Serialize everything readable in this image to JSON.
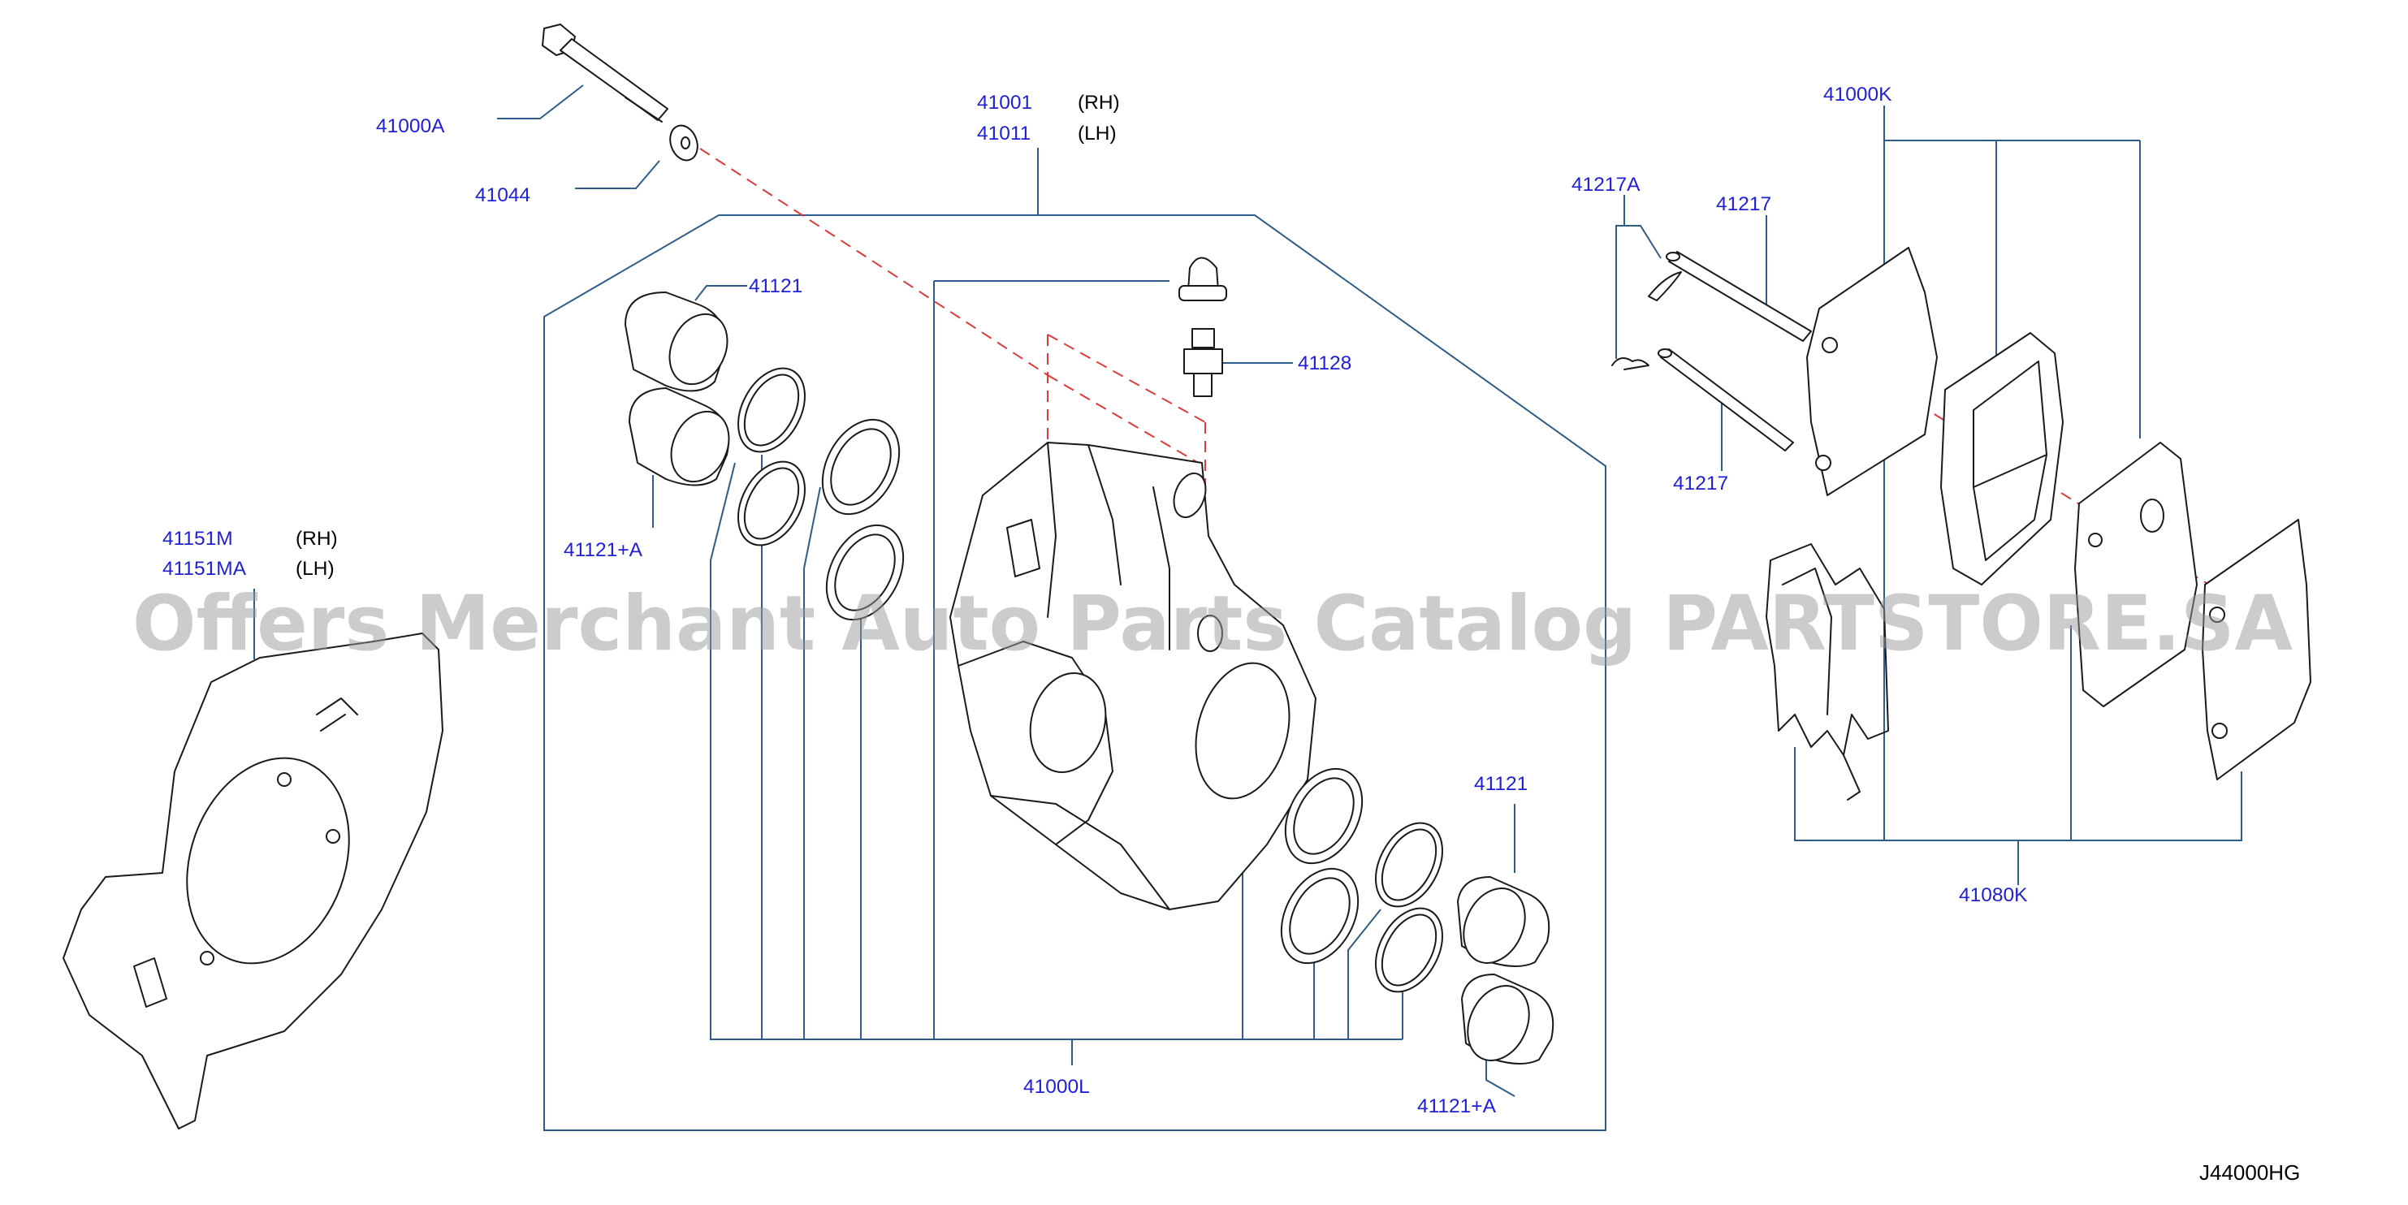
{
  "labels": {
    "bolt": "41000A",
    "washer": "41044",
    "caliper_rh": "41001",
    "caliper_lh": "41011",
    "side_rh": "(RH)",
    "side_lh": "(LH)",
    "piston_top": "41121",
    "piston_top_a": "41121+A",
    "bleeder": "41128",
    "piston_right": "41121",
    "piston_right_a": "41121+A",
    "seal_kit": "41000L",
    "backplate_rh": "41151M",
    "backplate_lh": "41151MA",
    "pad_kit": "41000K",
    "clip": "41217A",
    "pin_upper": "41217",
    "pin_lower": "41217",
    "hardware_kit": "41080K"
  },
  "watermark": "Offers Merchant Auto Parts Catalog PARTSTORE.SA",
  "diagram_code": "J44000HG"
}
